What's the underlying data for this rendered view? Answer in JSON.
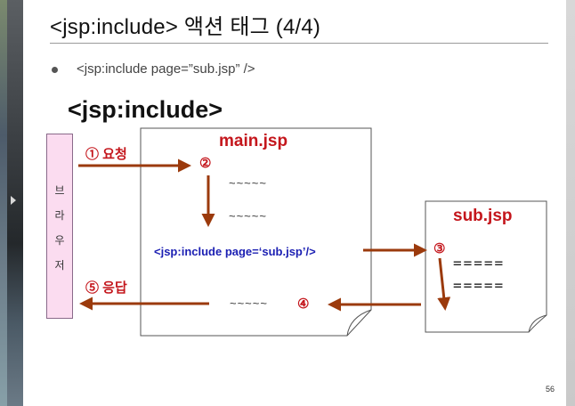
{
  "slide": {
    "title": "<jsp:include> 액션 태그 (4/4)",
    "bullet": "<jsp:include page=”sub.jsp” />",
    "heading": "<jsp:include>",
    "page_number": "56"
  },
  "diagram": {
    "browser_label": [
      "브",
      "라",
      "우",
      "저"
    ],
    "main_file": "main.jsp",
    "sub_file": "sub.jsp",
    "step1": "① 요청",
    "step2": "②",
    "step3": "③",
    "step4": "④",
    "step5": "⑤ 응답",
    "tilde1": "~~~~~",
    "tilde2": "~~~~~",
    "tilde3": "~~~~~",
    "include_code": "<jsp:include page=‘sub.jsp’/>",
    "equals1": "=====",
    "equals2": "=====",
    "arrow_color": "#9b3a0c"
  }
}
